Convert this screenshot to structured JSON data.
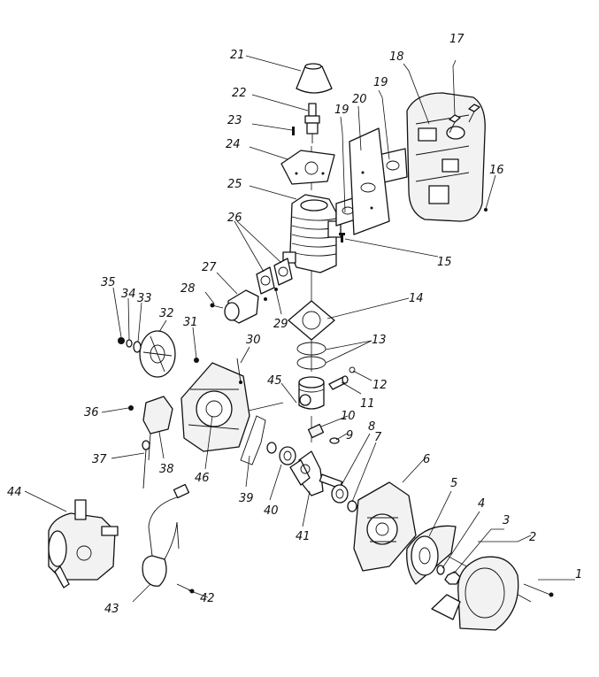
{
  "diagram": {
    "labels": [
      "1",
      "2",
      "3",
      "4",
      "5",
      "6",
      "7",
      "8",
      "9",
      "10",
      "11",
      "12",
      "13",
      "14",
      "15",
      "16",
      "17",
      "18",
      "19",
      "19",
      "20",
      "21",
      "22",
      "23",
      "24",
      "25",
      "26",
      "27",
      "28",
      "29",
      "30",
      "31",
      "32",
      "33",
      "34",
      "35",
      "36",
      "37",
      "38",
      "39",
      "40",
      "41",
      "42",
      "43",
      "44",
      "45",
      "46"
    ]
  },
  "colors": {
    "line": "#111111",
    "background": "#ffffff"
  }
}
